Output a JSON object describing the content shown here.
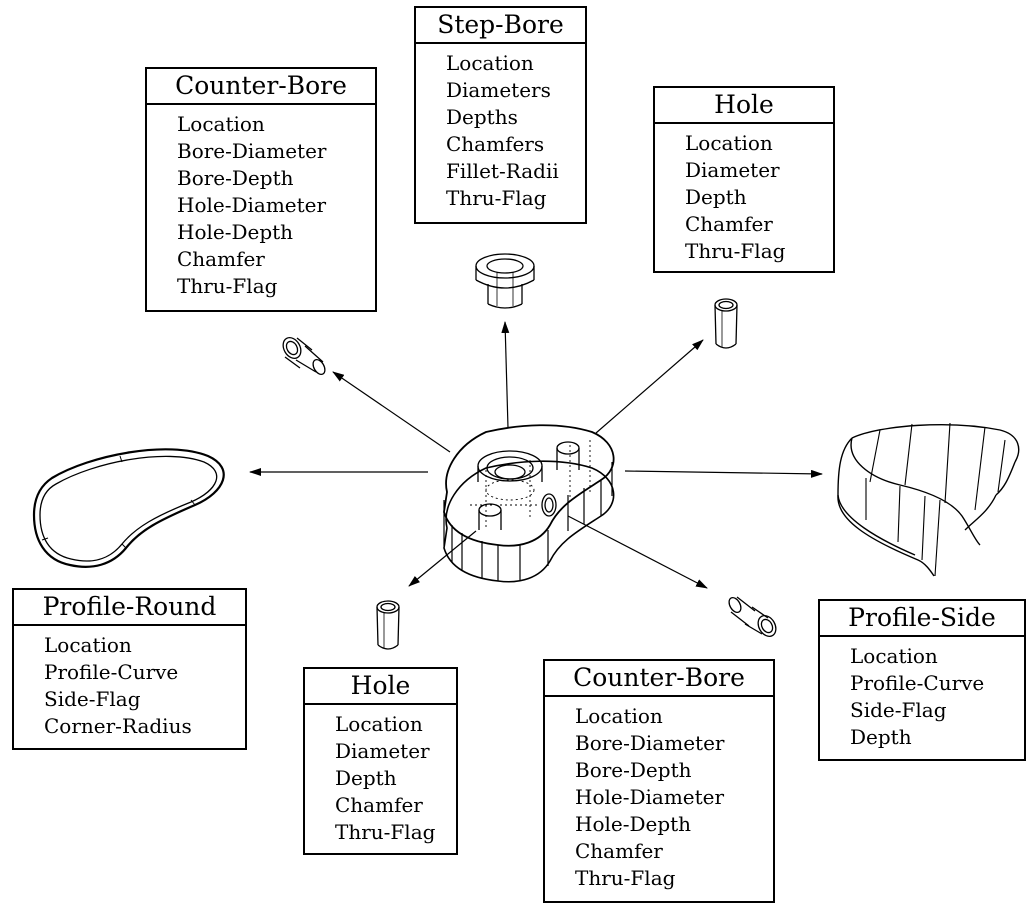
{
  "features": {
    "step_bore": {
      "title": "Step-Bore",
      "attributes": [
        "Location",
        "Diameters",
        "Depths",
        "Chamfers",
        "Fillet-Radii",
        "Thru-Flag"
      ]
    },
    "counter_bore_top": {
      "title": "Counter-Bore",
      "attributes": [
        "Location",
        "Bore-Diameter",
        "Bore-Depth",
        "Hole-Diameter",
        "Hole-Depth",
        "Chamfer",
        "Thru-Flag"
      ]
    },
    "hole_top": {
      "title": "Hole",
      "attributes": [
        "Location",
        "Diameter",
        "Depth",
        "Chamfer",
        "Thru-Flag"
      ]
    },
    "profile_round": {
      "title": "Profile-Round",
      "attributes": [
        "Location",
        "Profile-Curve",
        "Side-Flag",
        "Corner-Radius"
      ]
    },
    "hole_bottom": {
      "title": "Hole",
      "attributes": [
        "Location",
        "Diameter",
        "Depth",
        "Chamfer",
        "Thru-Flag"
      ]
    },
    "counter_bore_bottom": {
      "title": "Counter-Bore",
      "attributes": [
        "Location",
        "Bore-Diameter",
        "Bore-Depth",
        "Hole-Diameter",
        "Hole-Depth",
        "Chamfer",
        "Thru-Flag"
      ]
    },
    "profile_side": {
      "title": "Profile-Side",
      "attributes": [
        "Location",
        "Profile-Curve",
        "Side-Flag",
        "Depth"
      ]
    }
  },
  "colors": {
    "line": "#000000",
    "background": "#ffffff"
  }
}
